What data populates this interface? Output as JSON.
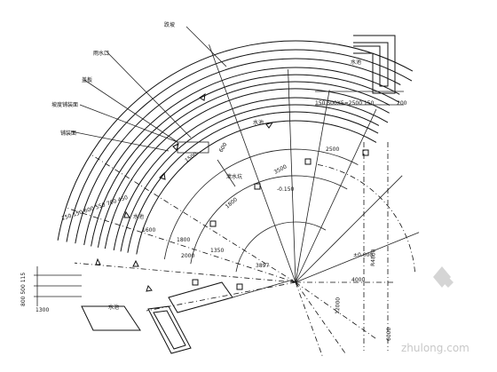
{
  "labels": {
    "top": "跌坡",
    "drain_grate": "雨水口",
    "cover": "盖板",
    "slope_pave_a": "坡度铺装面",
    "pave_b": "铺装面",
    "water": "水池",
    "water_left": "水池",
    "water_bottom": "水池",
    "outlet": "泄水坑"
  },
  "dimensions": {
    "d2500": "2500",
    "d3500": "3500",
    "d1500": "1500",
    "d1800": "1800",
    "d1350": "1350",
    "d1800b": "1800",
    "d1600": "1600",
    "d2000": "2000",
    "d3897": "3897",
    "d4000": "4000",
    "d6000": "6000",
    "r4800": "R4800",
    "d1300": "1300",
    "d12000": "12000",
    "level_a": "-0.150",
    "level_b": "±0.000",
    "d600": "600",
    "row_top": "150 500X5=2500 150",
    "row_top_end": "200",
    "stack_small": "800 500 115",
    "mid_seq": "150 150 600 550 700 450"
  },
  "watermark": {
    "text": "zhulong.com"
  }
}
